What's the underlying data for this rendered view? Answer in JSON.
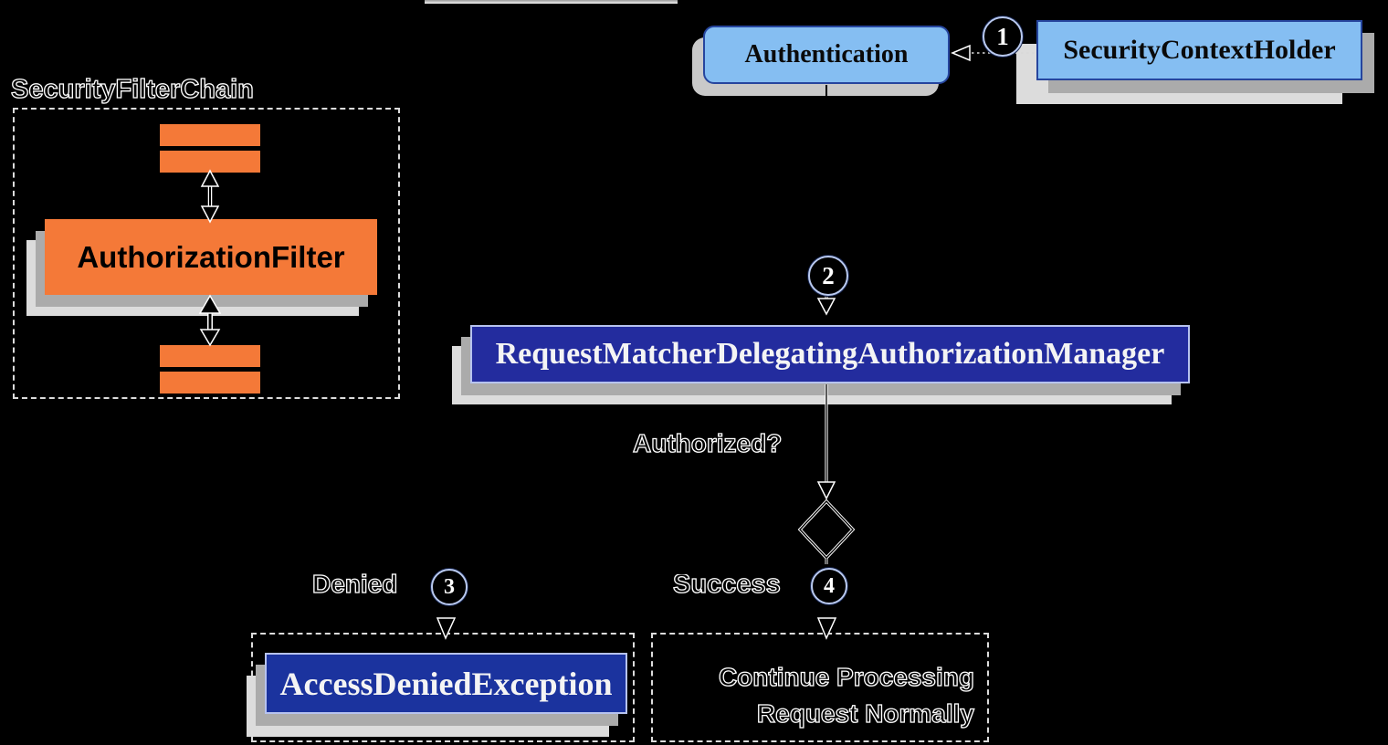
{
  "filter_chain": {
    "title": "SecurityFilterChain",
    "authorization_filter": "AuthorizationFilter"
  },
  "authentication": {
    "label": "Authentication"
  },
  "security_context_holder": {
    "label": "SecurityContextHolder"
  },
  "authorization_manager": {
    "label": "RequestMatcherDelegatingAuthorizationManager"
  },
  "decision": {
    "question": "Authorized?",
    "denied": "Denied",
    "success": "Success"
  },
  "outcomes": {
    "denied": "AccessDeniedException",
    "success_line1": "Continue Processing",
    "success_line2": "Request Normally"
  },
  "steps": {
    "one": "1",
    "two": "2",
    "three": "3",
    "four": "4"
  },
  "colors": {
    "background": "#000000",
    "orange": "#f47938",
    "light_blue": "#85bef2",
    "indigo": "#232c9e",
    "indigo_alt": "#1b339e",
    "box_border_blue": "#26459e",
    "shadow_gray": "#ababab",
    "shadow_light": "#dcdcdc"
  }
}
